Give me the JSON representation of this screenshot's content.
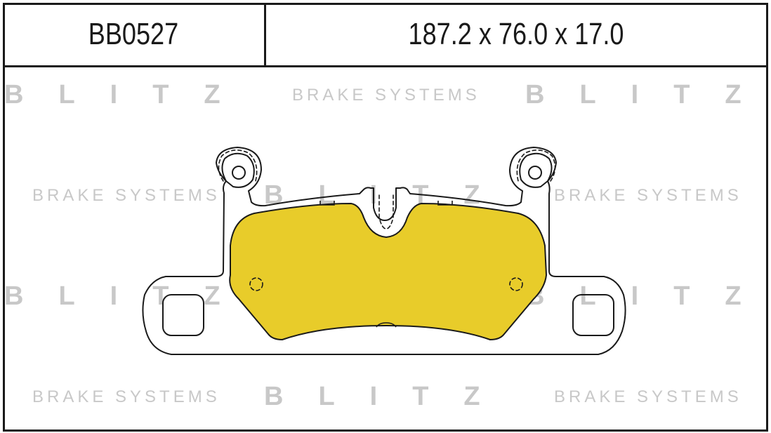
{
  "header": {
    "part_code": "BB0527",
    "dimensions": "187.2 x 76.0 x 17.0"
  },
  "watermark": {
    "brand": "BLITZ",
    "tagline": "BRAKE SYSTEMS"
  },
  "colors": {
    "friction": "#e8cc2a",
    "outline": "#1a1a1a",
    "watermark": "#c8c8c8"
  }
}
